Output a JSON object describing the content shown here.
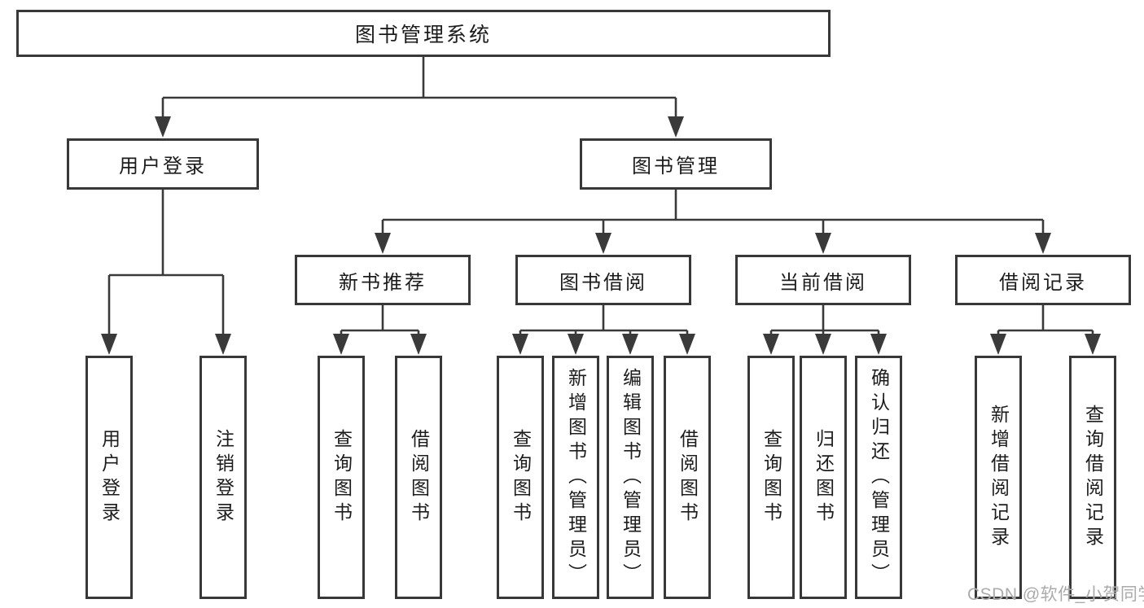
{
  "diagram": {
    "root": {
      "label": "图书管理系统"
    },
    "branches": [
      {
        "label": "用户登录",
        "children": [
          {
            "label": "用户登录"
          },
          {
            "label": "注销登录"
          }
        ]
      },
      {
        "label": "图书管理",
        "children": [
          {
            "label": "新书推荐",
            "children": [
              {
                "label": "查询图书"
              },
              {
                "label": "借阅图书"
              }
            ]
          },
          {
            "label": "图书借阅",
            "children": [
              {
                "label": "查询图书"
              },
              {
                "label": "新增图书（管理员）"
              },
              {
                "label": "编辑图书（管理员）"
              },
              {
                "label": "借阅图书"
              }
            ]
          },
          {
            "label": "当前借阅",
            "children": [
              {
                "label": "查询图书"
              },
              {
                "label": "归还图书"
              },
              {
                "label": "确认归还（管理员）"
              }
            ]
          },
          {
            "label": "借阅记录",
            "children": [
              {
                "label": "新增借阅记录"
              },
              {
                "label": "查询借阅记录"
              }
            ]
          }
        ]
      }
    ]
  },
  "watermark": {
    "text": "CSDN @软件_小贺同学"
  },
  "colors": {
    "line": "#3a3a3a",
    "border": "#383838",
    "text": "#1c1c1c",
    "watermark": "#ababab",
    "background": "#ffffff"
  }
}
